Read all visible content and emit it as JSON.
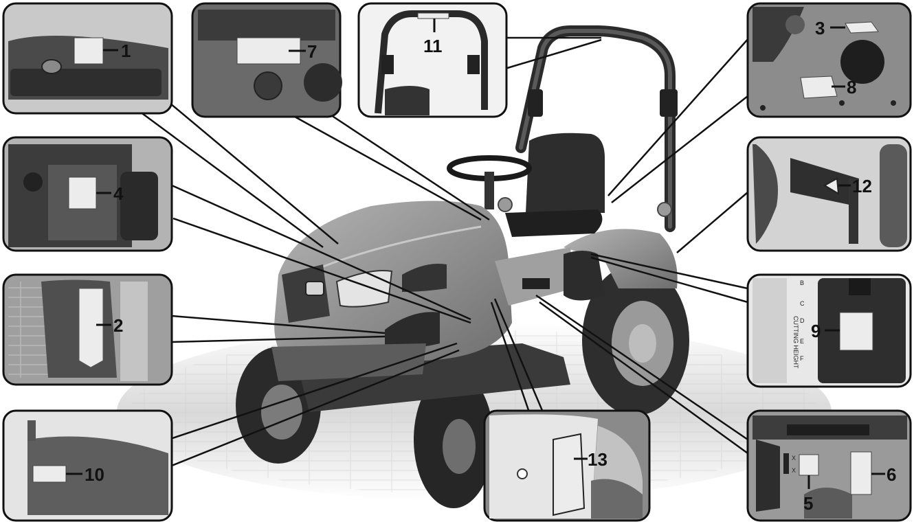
{
  "title": "",
  "callouts": {
    "c1": "1",
    "c2": "2",
    "c3": "3",
    "c4": "4",
    "c5": "5",
    "c6": "6",
    "c7": "7",
    "c8": "8",
    "c9": "9",
    "c10": "10",
    "c11": "11",
    "c12": "12",
    "c13": "13"
  },
  "cutting_height_scale": {
    "label": "CUTTING HEIGHT",
    "letters": [
      "B",
      "C",
      "D",
      "E",
      "F"
    ]
  },
  "fender_marks": [
    "X",
    "X"
  ],
  "colors": {
    "frame_stroke": "#111111",
    "panel_background": "#b9b9b9",
    "decal_fill": "#eeeeee",
    "tractor_body": "#8f8f8f"
  }
}
